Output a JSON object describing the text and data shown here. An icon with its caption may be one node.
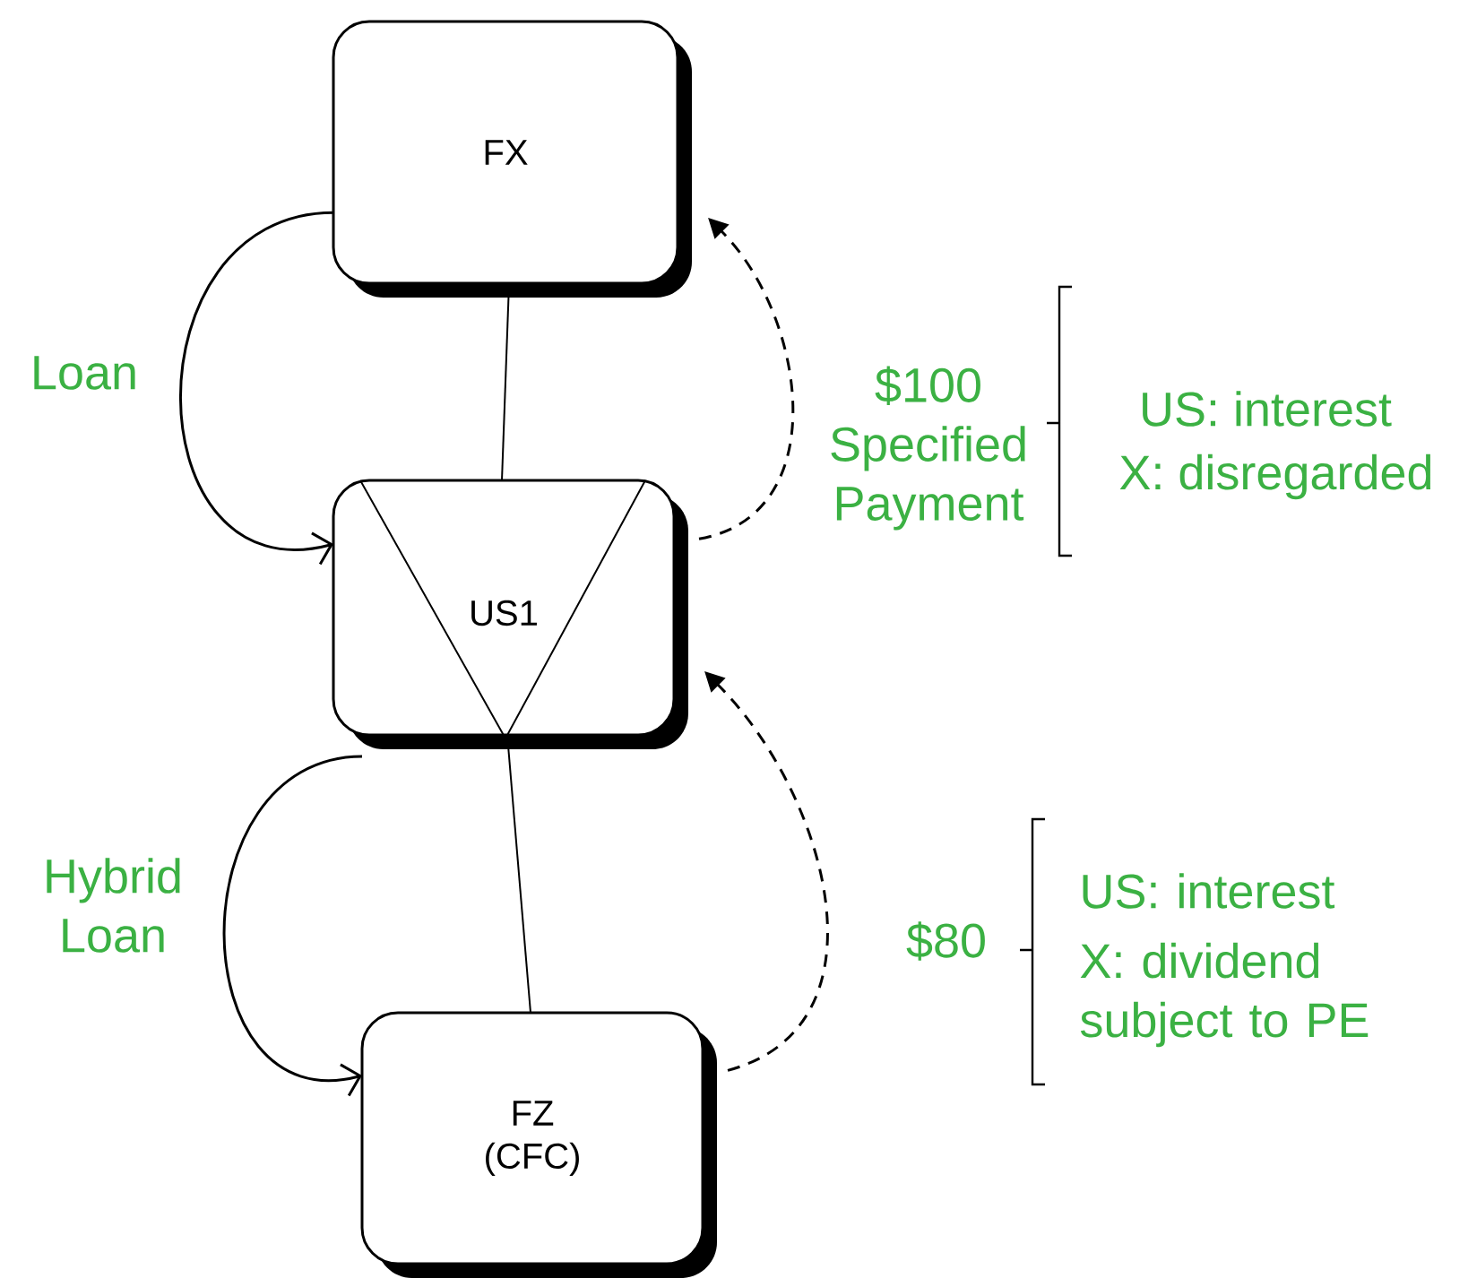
{
  "diagram": {
    "nodes": [
      {
        "text": [
          "FX"
        ]
      },
      {
        "text": [
          "US1"
        ]
      },
      {
        "text": [
          "FZ (CFC)"
        ]
      }
    ],
    "edges": [
      {
        "from": 0,
        "to": 1,
        "arrow": "none"
      },
      {
        "from": 1,
        "to": 2,
        "arrow": "none"
      },
      {
        "from": 0,
        "to": 1,
        "arrow": "to",
        "label": "Loan"
      },
      {
        "from": 1,
        "to": 0,
        "arrow": "to",
        "style": "dashed",
        "label": "$100 Specified Payment"
      },
      {
        "from": 1,
        "to": 2,
        "arrow": "to",
        "label": "Hybrid Loan"
      },
      {
        "from": 2,
        "to": 1,
        "arrow": "to",
        "style": "dashed",
        "label": "$80"
      }
    ],
    "labels": [
      "US: interest",
      "X: disregarded",
      "US: interest",
      "X: dividend subject to PE"
    ]
  }
}
